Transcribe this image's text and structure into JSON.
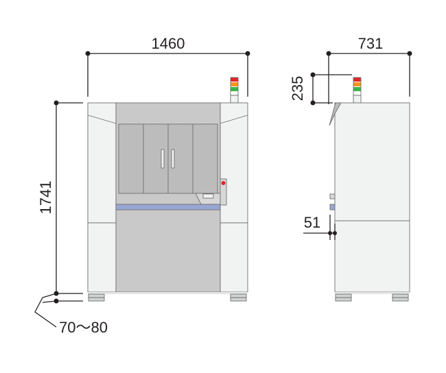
{
  "dimensions": {
    "front_width": "1460",
    "side_depth": "731",
    "overall_height": "1741",
    "signal_tower_height": "235",
    "step_offset": "51",
    "foot_height": "70〜80"
  },
  "colors": {
    "line": "#231f20",
    "cabinet_panel": "#f1f2f2",
    "cabinet_center": "#c9c9c9",
    "window_panel": "#bcbcbc",
    "accent_band": "#98a6d3",
    "feet": "#d1d3d4",
    "lamp_red": "#e3242b",
    "lamp_orange": "#f7941d",
    "lamp_green": "#39b54a"
  },
  "icons": {
    "alarm_lamp": "red-dot-icon",
    "door_handles": "handle-icon"
  }
}
